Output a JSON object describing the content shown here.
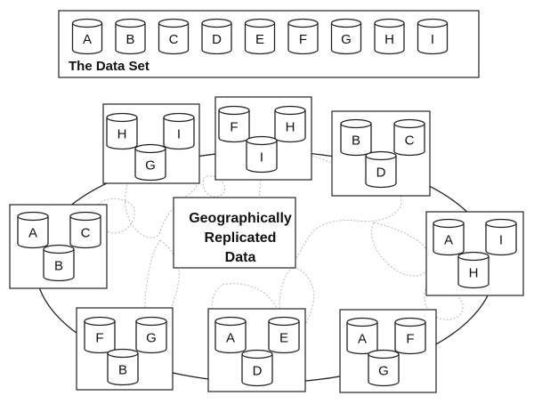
{
  "data_set": {
    "title": "The Data Set",
    "items": [
      "A",
      "B",
      "C",
      "D",
      "E",
      "F",
      "G",
      "H",
      "I"
    ]
  },
  "center_label": [
    "Geographically",
    "Replicated",
    "Data"
  ],
  "nodes": [
    {
      "id": "node-hig",
      "items": [
        "H",
        "I",
        "G"
      ]
    },
    {
      "id": "node-fhi",
      "items": [
        "F",
        "H",
        "I"
      ]
    },
    {
      "id": "node-bcd",
      "items": [
        "B",
        "C",
        "D"
      ]
    },
    {
      "id": "node-acb",
      "items": [
        "A",
        "C",
        "B"
      ]
    },
    {
      "id": "node-aih",
      "items": [
        "A",
        "I",
        "H"
      ]
    },
    {
      "id": "node-fgb",
      "items": [
        "F",
        "G",
        "B"
      ]
    },
    {
      "id": "node-aed",
      "items": [
        "A",
        "E",
        "D"
      ]
    },
    {
      "id": "node-afg",
      "items": [
        "A",
        "F",
        "G"
      ]
    }
  ]
}
